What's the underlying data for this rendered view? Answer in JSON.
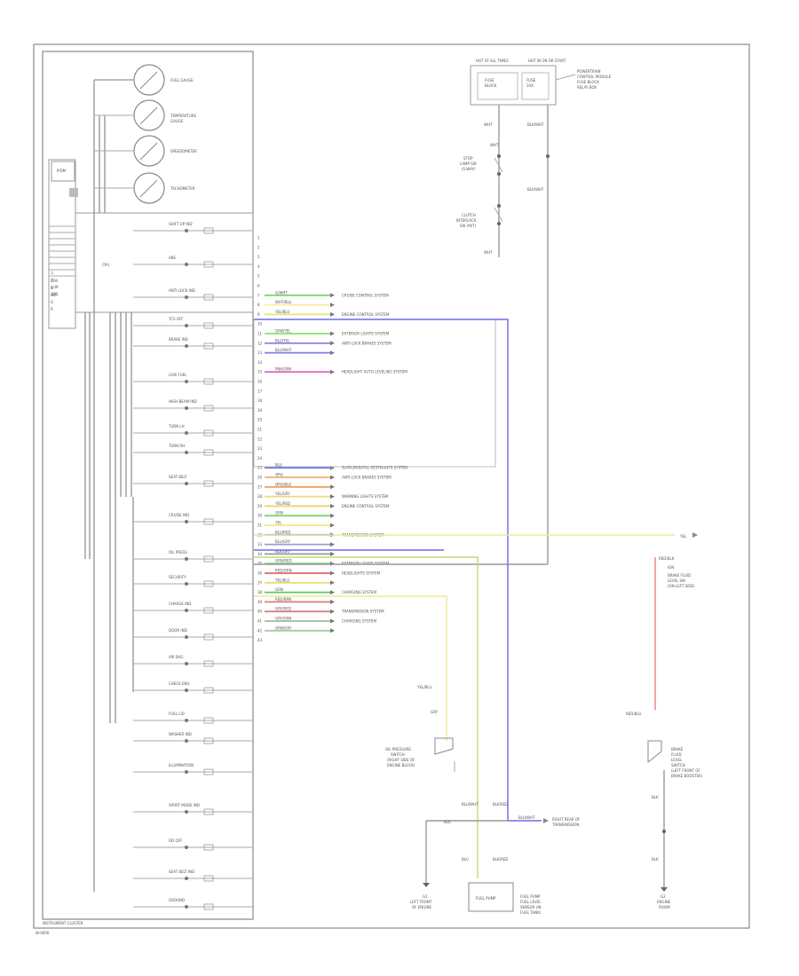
{
  "diagram": {
    "frame_label": "INSTRUMENT CLUSTER",
    "footer_code": "W-0000",
    "cluster_label": "INSTRUMENT CLUSTER",
    "gauges": [
      {
        "name": "FUEL GAUGE",
        "name2": ""
      },
      {
        "name": "TEMPERATURE",
        "name2": "GAUGE"
      },
      {
        "name": "SPEEDOMETER",
        "name2": ""
      },
      {
        "name": "TACHOMETER",
        "name2": ""
      }
    ],
    "cpu_label": "CPU",
    "ipdm_label": "IPDM",
    "left_pins": [
      "B/W",
      "B",
      "W/R",
      "G",
      "R",
      "L",
      "Y",
      "L/W",
      "B/R"
    ],
    "indicators": [
      "SHIFT UP IND",
      "ABS",
      "ANTI LOCK IND",
      "TCS OFF",
      "BRAKE IND",
      "LOW FUEL",
      "HIGH BEAM IND",
      "TURN LH",
      "TURN RH",
      "SEAT BELT",
      "CRUISE IND",
      "OIL PRESS",
      "SECURITY",
      "CHARGE IND",
      "DOOR IND",
      "AIR BAG",
      "CHECK ENG",
      "FUEL LID",
      "WASHER IND",
      "ILLUMINATION",
      "SPORT MODE IND",
      "OD OFF",
      "SEAT BELT IND",
      "GROUND"
    ],
    "connector_rows": [
      {
        "num": "1",
        "wire": "",
        "color": ""
      },
      {
        "num": "2",
        "wire": "",
        "color": ""
      },
      {
        "num": "3",
        "wire": "",
        "color": ""
      },
      {
        "num": "4",
        "wire": "",
        "color": ""
      },
      {
        "num": "5",
        "wire": "",
        "color": ""
      },
      {
        "num": "6",
        "wire": "",
        "color": ""
      },
      {
        "num": "7",
        "wire": "G/WHT",
        "color": "#7bd66e"
      },
      {
        "num": "8",
        "wire": "WHT/BLU",
        "color": "#f2f0a0"
      },
      {
        "num": "9",
        "wire": "YEL/BLU",
        "color": "#e9e27a"
      },
      {
        "num": "10",
        "wire": "",
        "color": ""
      },
      {
        "num": "11",
        "wire": "GRN/YEL",
        "color": "#8fdc74"
      },
      {
        "num": "12",
        "wire": "BLU/YEL",
        "color": "#8a8ae8"
      },
      {
        "num": "13",
        "wire": "BLU/WHT",
        "color": "#7c7cf0"
      },
      {
        "num": "14",
        "wire": "",
        "color": ""
      },
      {
        "num": "15",
        "wire": "PNK/GRN",
        "color": "#e068c8"
      },
      {
        "num": "16",
        "wire": "",
        "color": ""
      },
      {
        "num": "17",
        "wire": "",
        "color": ""
      },
      {
        "num": "18",
        "wire": "",
        "color": ""
      },
      {
        "num": "19",
        "wire": "",
        "color": ""
      },
      {
        "num": "20",
        "wire": "",
        "color": ""
      },
      {
        "num": "21",
        "wire": "",
        "color": ""
      },
      {
        "num": "22",
        "wire": "",
        "color": ""
      },
      {
        "num": "23",
        "wire": "",
        "color": ""
      },
      {
        "num": "24",
        "wire": "",
        "color": ""
      },
      {
        "num": "25",
        "wire": "BLU",
        "color": "#6f6ff0"
      },
      {
        "num": "26",
        "wire": "ORG",
        "color": "#f0b070"
      },
      {
        "num": "27",
        "wire": "ORG/BLK",
        "color": "#f0a060"
      },
      {
        "num": "28",
        "wire": "YEL/GRY",
        "color": "#e8de70"
      },
      {
        "num": "29",
        "wire": "YEL/RED",
        "color": "#f0d060"
      },
      {
        "num": "30",
        "wire": "GRN",
        "color": "#7bd66e"
      },
      {
        "num": "31",
        "wire": "YEL",
        "color": "#f0ea80"
      },
      {
        "num": "32",
        "wire": "BLU/RED",
        "color": "#7878f0"
      },
      {
        "num": "33",
        "wire": "BLU/GRY",
        "color": "#9a9ad0"
      },
      {
        "num": "34",
        "wire": "BLK/GRY",
        "color": "#999999"
      },
      {
        "num": "35",
        "wire": "GRN/RED",
        "color": "#78d070"
      },
      {
        "num": "36",
        "wire": "RED/GRN",
        "color": "#f06060"
      },
      {
        "num": "37",
        "wire": "YEL/BLU",
        "color": "#e8e070"
      },
      {
        "num": "38",
        "wire": "GRN",
        "color": "#60c860"
      },
      {
        "num": "39",
        "wire": "RED/BRN",
        "color": "#e07a7a"
      },
      {
        "num": "40",
        "wire": "GRY/RED",
        "color": "#d08080"
      },
      {
        "num": "41",
        "wire": "GRY/GRN",
        "color": "#a0b8a0"
      },
      {
        "num": "42",
        "wire": "GRN/GRY",
        "color": "#a0d0a0"
      },
      {
        "num": "43",
        "wire": "",
        "color": ""
      }
    ],
    "systems": [
      {
        "row": 7,
        "text": "CRUISE CONTROL SYSTEM"
      },
      {
        "row": 9,
        "text": "ENGINE CONTROL SYSTEM"
      },
      {
        "row": 11,
        "text": "EXTERIOR LIGHTS SYSTEM"
      },
      {
        "row": 12,
        "text": "ANTI-LOCK BRAKES SYSTEM"
      },
      {
        "row": 15,
        "text": "HEADLIGHT AUTO LEVELING SYSTEM"
      },
      {
        "row": 25,
        "text": "SUPPLEMENTAL RESTRAINTS SYSTEM"
      },
      {
        "row": 26,
        "text": "ANTI-LOCK BRAKES SYSTEM"
      },
      {
        "row": 28,
        "text": "WARNING LIGHTS SYSTEM"
      },
      {
        "row": 29,
        "text": "ENGINE CONTROL SYSTEM"
      },
      {
        "row": 32,
        "text": "TRANSMISSION SYSTEM"
      },
      {
        "row": 35,
        "text": "EXTERIOR LIGHTS SYSTEM"
      },
      {
        "row": 36,
        "text": "HEADLIGHTS SYSTEM"
      },
      {
        "row": 38,
        "text": "CHARGING SYSTEM"
      },
      {
        "row": 40,
        "text": "TRANSMISSION SYSTEM"
      },
      {
        "row": 41,
        "text": "CHARGING SYSTEM"
      }
    ],
    "fuse_box": {
      "top_left": "HOT AT ALL TIMES",
      "top_right": "HOT IN ON OR START",
      "inner": [
        "FUSE",
        "BLOCK",
        "FUSE",
        "10A"
      ],
      "right_note": [
        "POWERTRAIN",
        "CONTROL MODULE",
        "FUSE BLOCK",
        "RELAY BOX"
      ]
    },
    "right_wires": {
      "w1": "WHT",
      "w2": "BLK/WHT",
      "w3": "WHT",
      "w4": "BLK/WHT",
      "w5": "WHT"
    },
    "relays": [
      {
        "l1": "STOP",
        "l2": "LAMP SW",
        "l3": "(S-WAY)"
      },
      {
        "l1": "CLUTCH",
        "l2": "INTERLOCK",
        "l3": "SW (M/T)"
      }
    ],
    "yellow_tag": "YEL",
    "red_wire_top": "RED/BLK",
    "brake_switch": [
      "IGN",
      "BRAKE FLUID",
      "LEVEL SW",
      "(ON LEFT SIDE)"
    ],
    "brake_level": [
      "BRAKE",
      "FLUID",
      "LEVEL",
      "SWITCH",
      "(LEFT FRONT OF",
      "BRAKE BOOSTER)"
    ],
    "red_label_lower": "RED/BLU",
    "oil_switch_text": [
      "OIL PRESSURE",
      "SWITCH",
      "(RIGHT SIDE OF",
      "ENGINE BLOCK)"
    ],
    "oil_wire": "YEL/BLU",
    "gry_wire": "GRY",
    "ground_labels": {
      "g1": "G1",
      "g1_text": [
        "LEFT FRONT",
        "OF ENGINE"
      ],
      "g2": "G2",
      "g2_text": [
        "ENGINE",
        "ROOM"
      ]
    },
    "blk_labels": [
      "BLU/WHT",
      "BLK/RED",
      "BLU",
      "BLK/RED"
    ],
    "right_connector_labels": [
      "BLU/WHT",
      "RIGHT REAR OF",
      "TRANSMISSION"
    ],
    "fuel_pump_label": [
      "FUEL PUMP",
      "FUEL LEVEL",
      "SENSOR (IN",
      "FUEL TANK)"
    ],
    "fuel_pump_inner": "FUEL PUMP",
    "bottom_ground_tag": "BLK"
  }
}
